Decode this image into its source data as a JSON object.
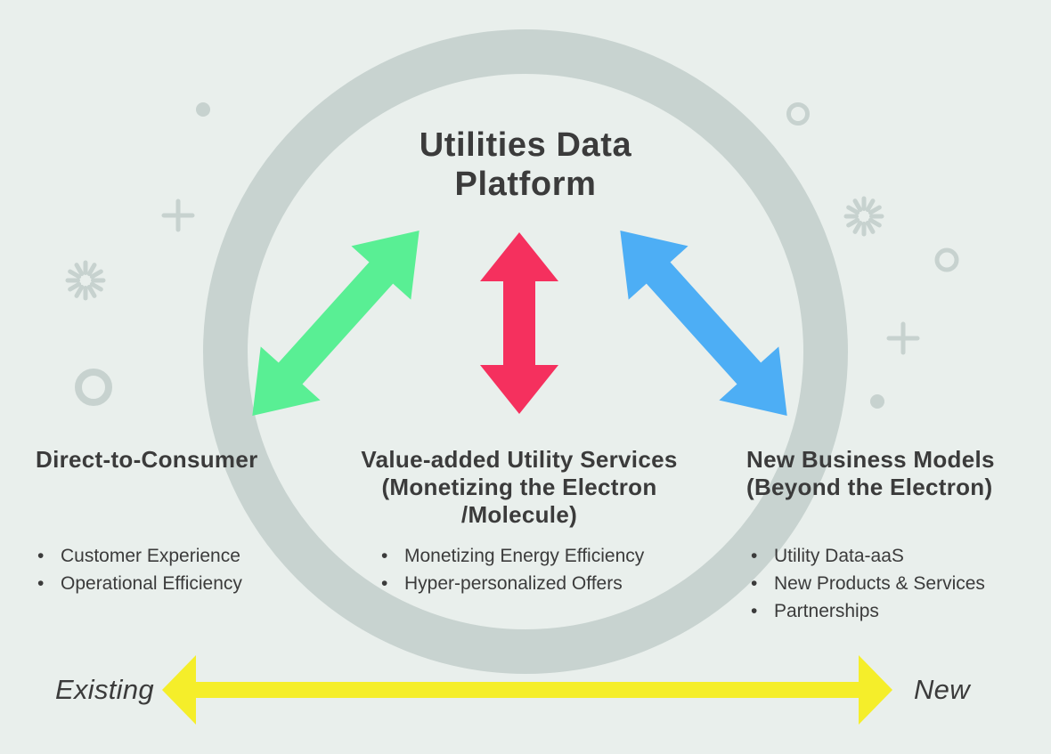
{
  "title": {
    "line1": "Utilities Data",
    "line2": "Platform"
  },
  "columns": [
    {
      "heading_lines": [
        "Direct-to-Consumer"
      ],
      "items": [
        "Customer Experience",
        "Operational Efficiency"
      ],
      "arrow": "green-diagonal-double-arrow"
    },
    {
      "heading_lines": [
        "Value-added Utility Services",
        "(Monetizing the Electron",
        "/Molecule)"
      ],
      "items": [
        "Monetizing Energy Efficiency",
        "Hyper-personalized Offers"
      ],
      "arrow": "pink-vertical-double-arrow"
    },
    {
      "heading_lines": [
        "New Business Models",
        "(Beyond the Electron)"
      ],
      "items": [
        "Utility Data-aaS",
        "New Products & Services",
        "Partnerships"
      ],
      "arrow": "blue-diagonal-double-arrow"
    }
  ],
  "axis": {
    "left_label": "Existing",
    "right_label": "New"
  },
  "bullet_glyph": "•",
  "colors": {
    "background": "#e9efec",
    "ring": "#c8d3d0",
    "decoration": "#c7d2cf",
    "text": "#3b3b3b",
    "green_arrow": "#59ef94",
    "pink_arrow": "#f5305e",
    "blue_arrow": "#4daef5",
    "yellow_arrow": "#f5ee2a"
  }
}
